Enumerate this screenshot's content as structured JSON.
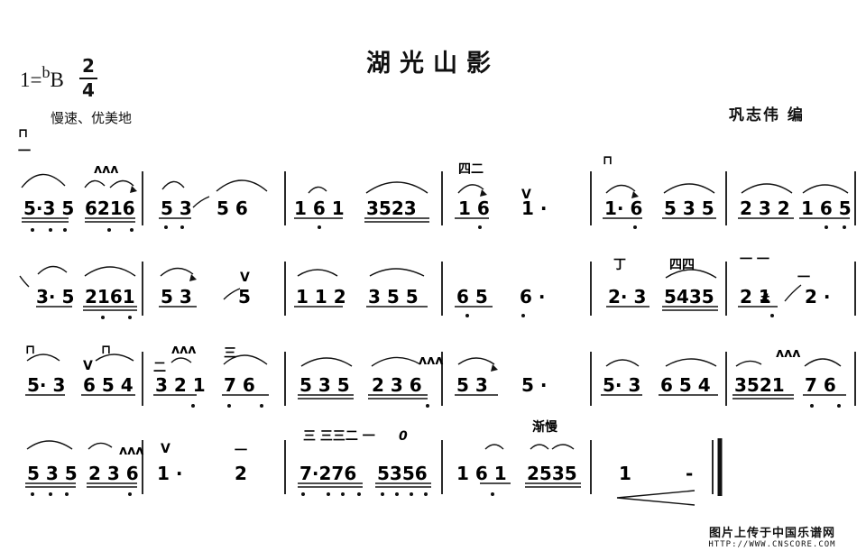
{
  "title": "湖光山影",
  "key_signature": {
    "prefix": "1=",
    "flat": "b",
    "note": "B"
  },
  "time_signature": {
    "top": "2",
    "bottom": "4"
  },
  "tempo_marking": "慢速、优美地",
  "arranger": "巩志伟 编",
  "dynamics_text": "渐慢",
  "watermark": {
    "line1": "图片上传于中国乐谱网",
    "line2": "HTTP://WWW.CNSCORE.COM"
  },
  "symbols": {
    "down_bow": "⊓",
    "up_bow": "V",
    "mordent": "ʌʌʌ",
    "sharp": "#",
    "rest": "0",
    "dash": "-",
    "dot": "·"
  },
  "marks": {
    "string_4": "四",
    "string_3": "三",
    "string_2": "二",
    "string_1": "一",
    "si_er": "四二",
    "si_si": "四四",
    "ding": "丁",
    "san_group": "三  三三二  一",
    "yi_yi": "一 一"
  },
  "rows": [
    {
      "measures": [
        {
          "beats": [
            {
              "notes": "5·3 5"
            },
            {
              "notes": "6216"
            }
          ]
        },
        {
          "beats": [
            {
              "notes": "5 3"
            },
            {
              "notes": "5   6"
            }
          ]
        },
        {
          "beats": [
            {
              "notes": "1 6 1"
            },
            {
              "notes": "3523"
            }
          ]
        },
        {
          "beats": [
            {
              "notes": "1 6"
            },
            {
              "notes": "1 ·"
            }
          ]
        },
        {
          "beats": [
            {
              "notes": "1· 6"
            },
            {
              "notes": "5 3 5"
            }
          ]
        },
        {
          "beats": [
            {
              "notes": "2 3 2"
            },
            {
              "notes": "1 6 5"
            }
          ]
        }
      ]
    },
    {
      "measures": [
        {
          "beats": [
            {
              "notes": "3· 5"
            },
            {
              "notes": "2161"
            }
          ]
        },
        {
          "beats": [
            {
              "notes": "5  3"
            },
            {
              "notes": "5"
            }
          ]
        },
        {
          "beats": [
            {
              "notes": "1 1 2"
            },
            {
              "notes": "3 5 5"
            }
          ]
        },
        {
          "beats": [
            {
              "notes": "6  5"
            },
            {
              "notes": "6 ·"
            }
          ]
        },
        {
          "beats": [
            {
              "notes": "2· 3"
            },
            {
              "notes": "5435"
            }
          ]
        },
        {
          "beats": [
            {
              "notes": "2 1"
            },
            {
              "notes": "2 ·"
            }
          ]
        }
      ]
    },
    {
      "measures": [
        {
          "beats": [
            {
              "notes": "5· 3"
            },
            {
              "notes": "6 5 4"
            }
          ]
        },
        {
          "beats": [
            {
              "notes": "3 2 1"
            },
            {
              "notes": "7  6"
            }
          ]
        },
        {
          "beats": [
            {
              "notes": "5 3 5"
            },
            {
              "notes": "2 3 6"
            }
          ]
        },
        {
          "beats": [
            {
              "notes": "5  3"
            },
            {
              "notes": "5 ·"
            }
          ]
        },
        {
          "beats": [
            {
              "notes": "5· 3"
            },
            {
              "notes": "6 5 4"
            }
          ]
        },
        {
          "beats": [
            {
              "notes": "3521"
            },
            {
              "notes": "7  6"
            }
          ]
        }
      ]
    },
    {
      "measures": [
        {
          "beats": [
            {
              "notes": "5 3 5"
            },
            {
              "notes": "2 3 6"
            }
          ]
        },
        {
          "beats": [
            {
              "notes": "1 ·"
            },
            {
              "notes": "2"
            }
          ]
        },
        {
          "beats": [
            {
              "notes": "7·276"
            },
            {
              "notes": "5356"
            }
          ]
        },
        {
          "beats": [
            {
              "notes": "1  6 1"
            },
            {
              "notes": "2535"
            }
          ]
        },
        {
          "beats": [
            {
              "notes": "1"
            },
            {
              "notes": "-"
            }
          ]
        }
      ]
    }
  ]
}
